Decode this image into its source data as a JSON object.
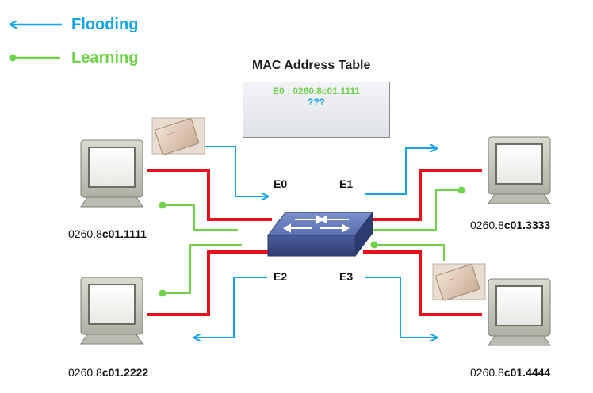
{
  "legend": {
    "flooding": "Flooding",
    "learning": "Learning"
  },
  "colors": {
    "flooding": "#12a5ea",
    "learning": "#6fd24a",
    "link": "#e8111b",
    "switch": "#4a5d9c"
  },
  "mac_table": {
    "title": "MAC Address Table",
    "entry": "E0 : 0260.8c01.1111",
    "unknown": "???"
  },
  "ports": {
    "e0": "E0",
    "e1": "E1",
    "e2": "E2",
    "e3": "E3"
  },
  "hosts": {
    "top_left": {
      "prefix": "0260.8",
      "suffix": "c01.1111"
    },
    "top_right": {
      "prefix": "0260.8",
      "suffix": "c01.3333"
    },
    "bottom_left": {
      "prefix": "0260.8",
      "suffix": "c01.2222"
    },
    "bottom_right": {
      "prefix": "0260.8",
      "suffix": "c01.4444"
    }
  }
}
